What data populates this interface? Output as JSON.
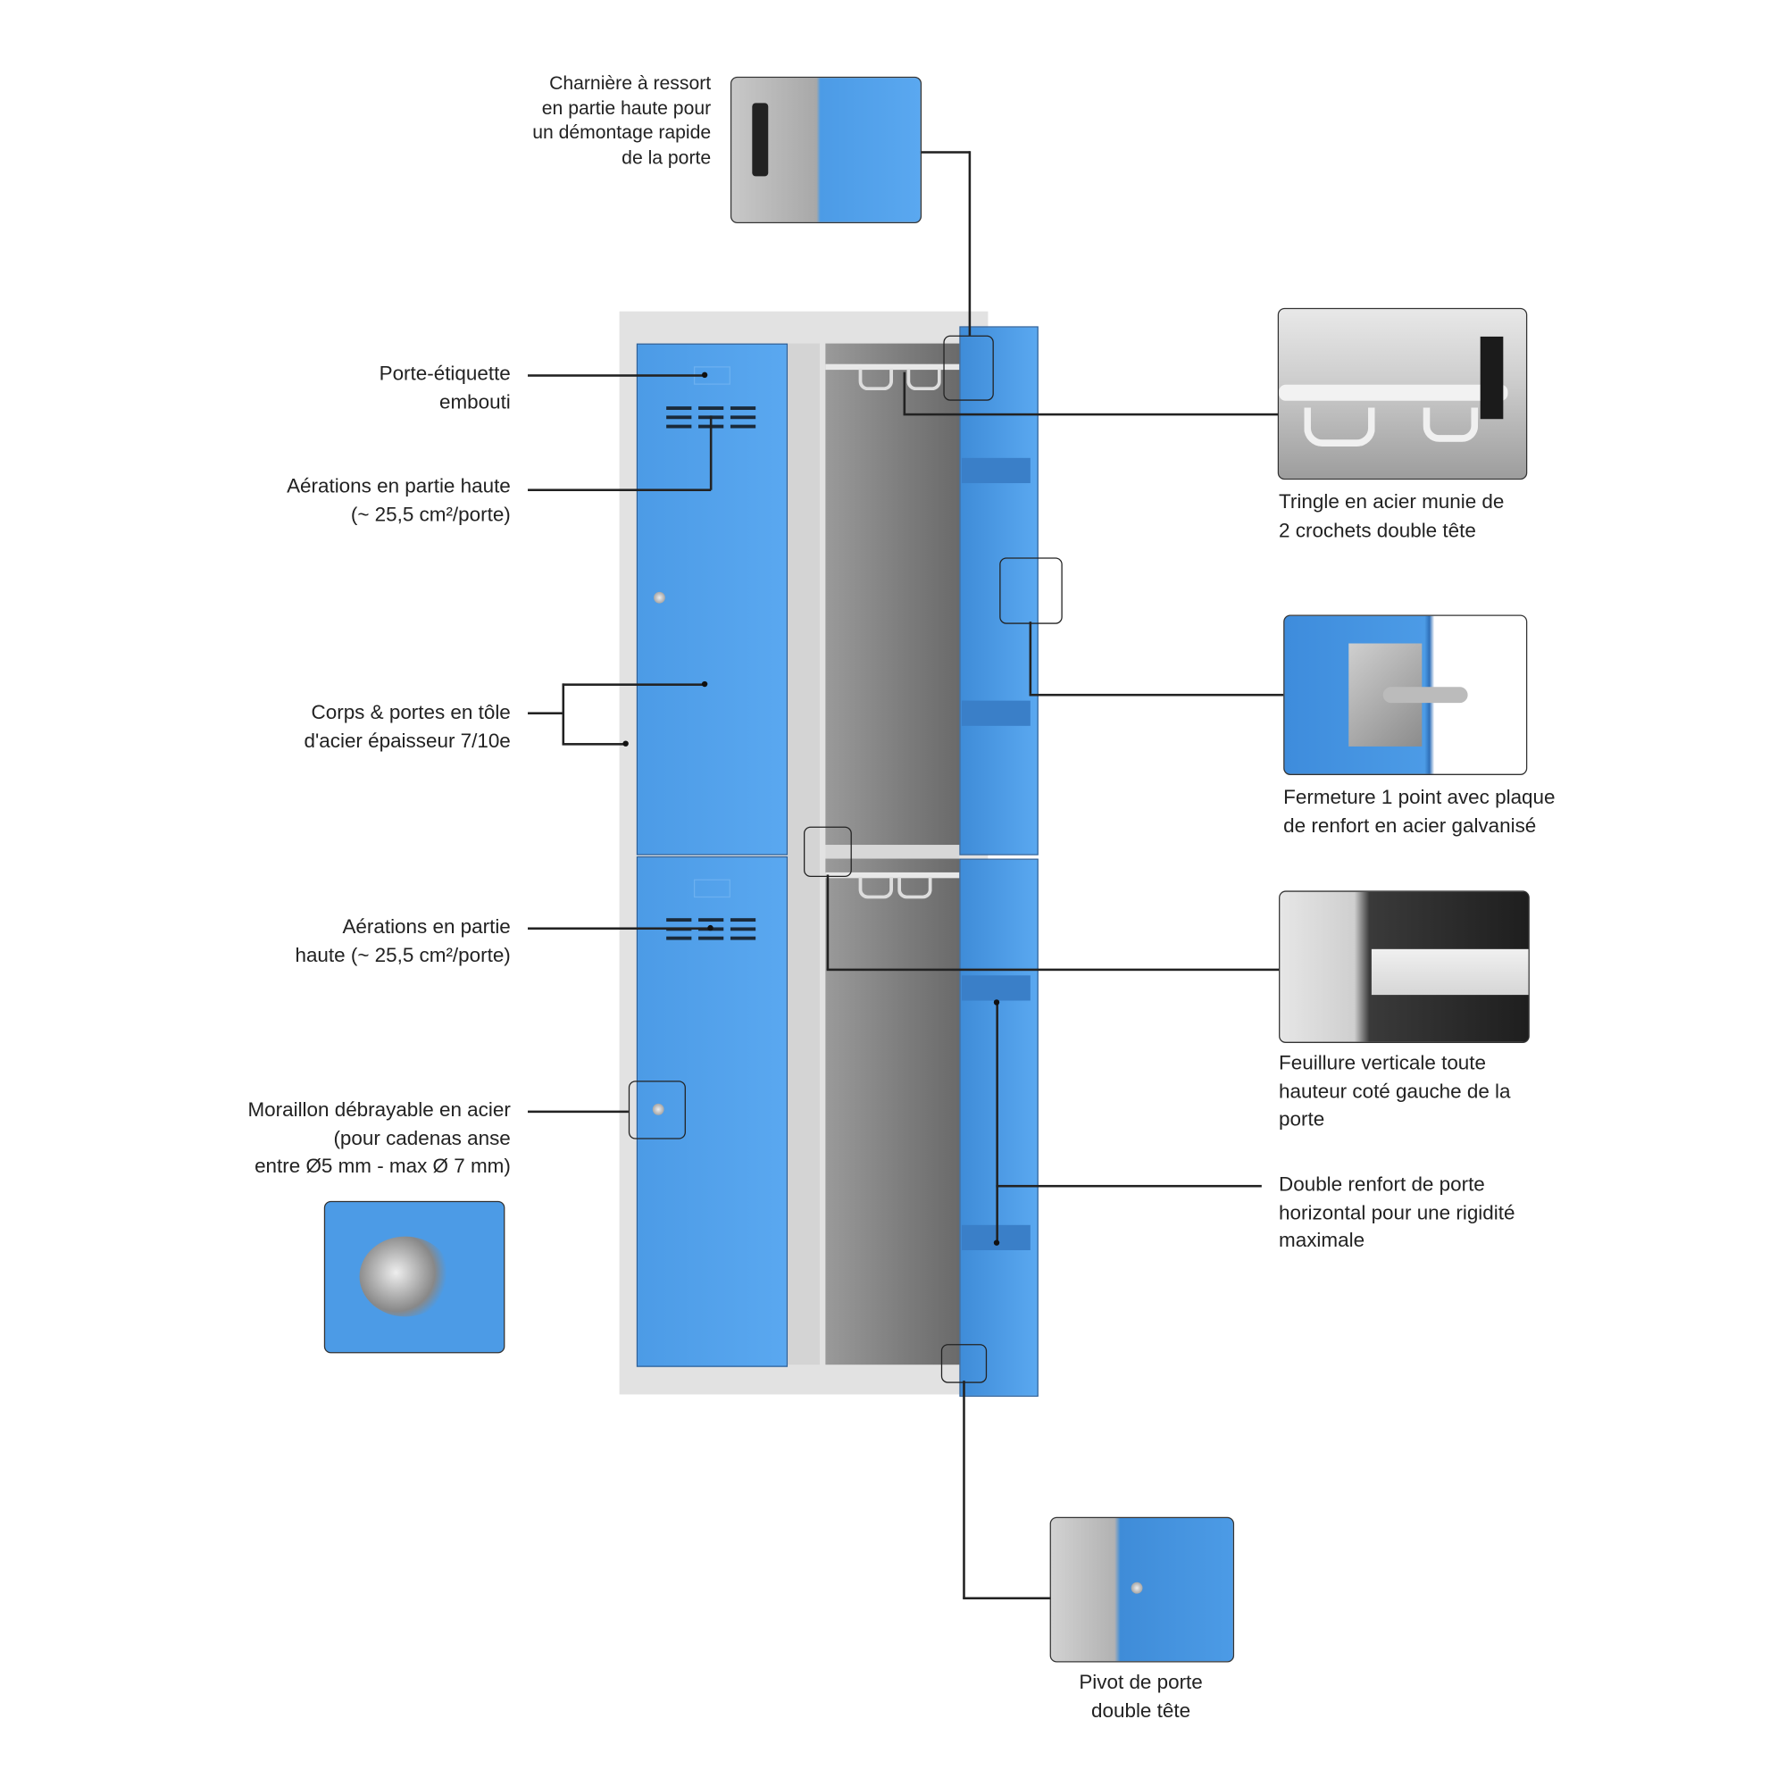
{
  "labels": {
    "charniere": "Charnière à ressort\nen partie haute pour\nun démontage rapide\nde la porte",
    "porte_etiquette": "Porte-étiquette\nembouti",
    "aerations_haut": "Aérations en partie haute\n(~ 25,5 cm²/porte)",
    "corps": "Corps & portes en tôle\nd'acier épaisseur 7/10e",
    "aerations_bas": "Aérations en partie\nhaute (~ 25,5 cm²/porte)",
    "moraillon": "Moraillon débrayable en acier\n(pour cadenas anse\nentre Ø5 mm - max Ø 7 mm)",
    "tringle": "Tringle en acier munie de\n2 crochets double tête",
    "fermeture": "Fermeture 1 point avec plaque\nde renfort en acier galvanisé",
    "feuillure": "Feuillure verticale toute\nhauteur coté gauche de la\nporte",
    "double_renfort": "Double renfort de porte\nhorizontal pour une rigidité\nmaximale",
    "pivot": "Pivot de porte\ndouble tête"
  },
  "colors": {
    "door_blue": "#4c9be6",
    "body_gray": "#e2e2e2",
    "interior": "#8a8a8a"
  }
}
